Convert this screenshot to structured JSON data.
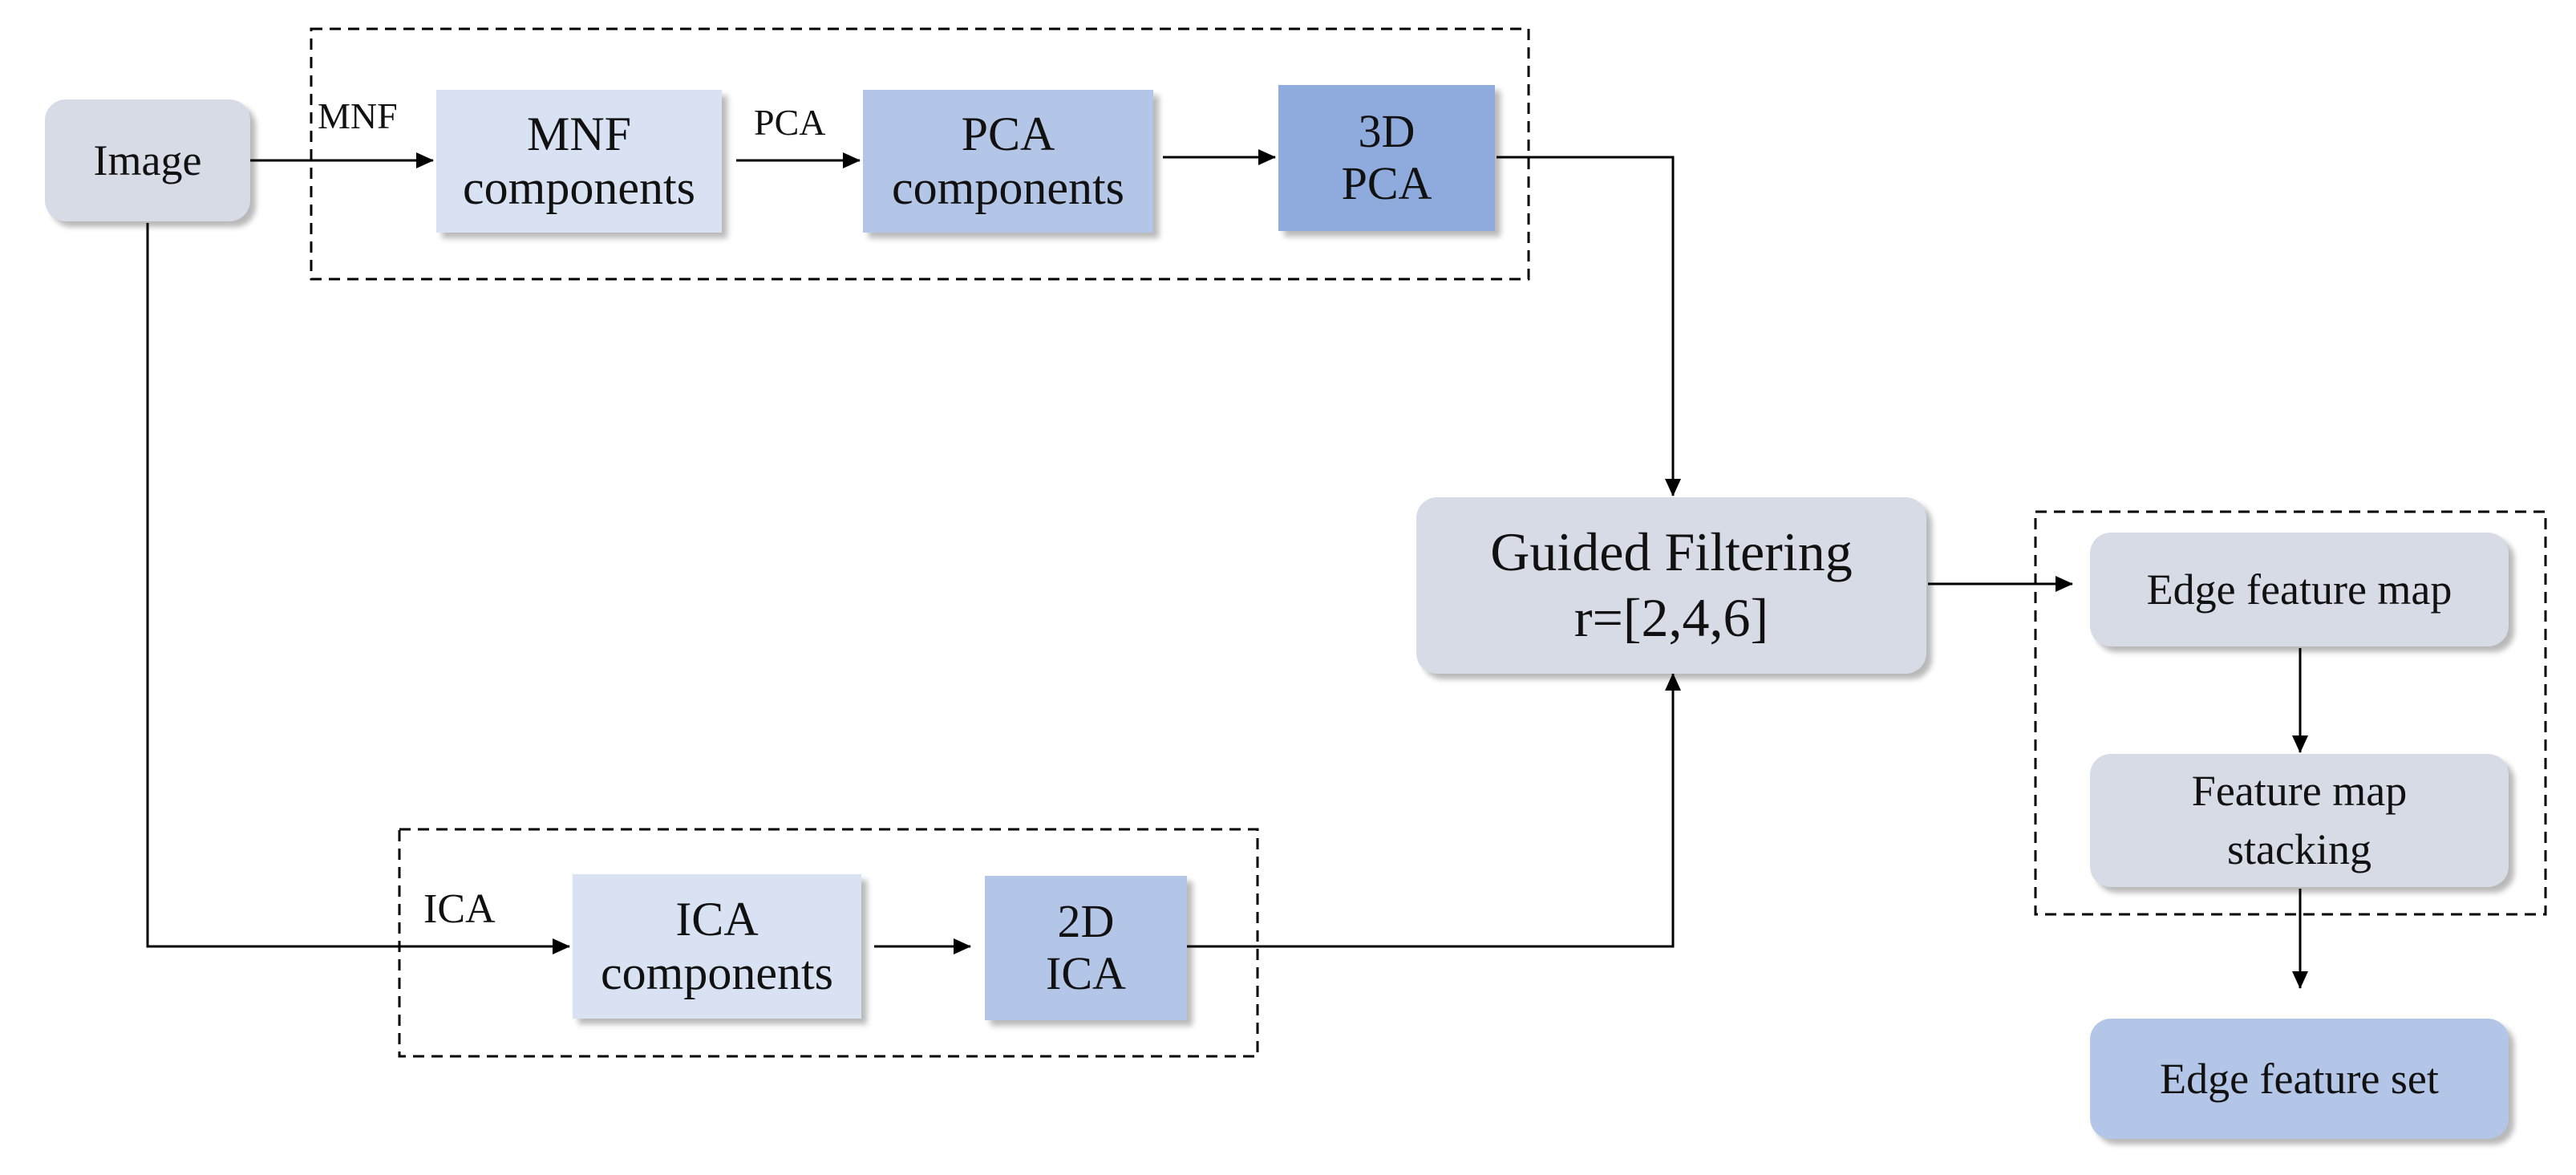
{
  "colors": {
    "gray_box": "#d6dbe6",
    "light_blue": "#d9e2f3",
    "mid_blue": "#b4c6e7",
    "dark_blue": "#8faadc",
    "line": "#000000"
  },
  "nodes": {
    "image": "Image",
    "mnf_components": [
      "MNF",
      "components"
    ],
    "pca_components": [
      "PCA",
      "components"
    ],
    "pca_3d": [
      "3D",
      "PCA"
    ],
    "ica_components": [
      "ICA",
      "components"
    ],
    "ica_2d": [
      "2D",
      "ICA"
    ],
    "guided_filtering": [
      "Guided Filtering",
      "r=[2,4,6]"
    ],
    "edge_feature_map": "Edge feature map",
    "feature_map_stacking": [
      "Feature map",
      "stacking"
    ],
    "edge_feature_set": "Edge feature set"
  },
  "edge_labels": {
    "mnf": "MNF",
    "pca": "PCA",
    "ica": "ICA"
  }
}
